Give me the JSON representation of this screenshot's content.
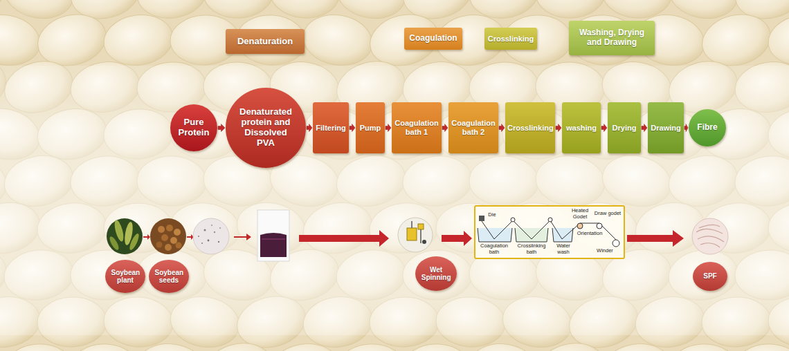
{
  "diagram": {
    "nodes": [
      {
        "text": [
          "Denaturation"
        ]
      },
      {
        "text": [
          "Coagulation"
        ]
      },
      {
        "text": [
          "Crosslinking"
        ]
      },
      {
        "text": [
          "Washing, Drying and Drawing"
        ]
      },
      {
        "text": [
          "Pure Protein"
        ]
      },
      {
        "text": [
          "Denaturated protein and Dissolved PVA"
        ]
      },
      {
        "text": [
          "Filtering"
        ]
      },
      {
        "text": [
          "Pump"
        ]
      },
      {
        "text": [
          "Coagulation bath 1"
        ]
      },
      {
        "text": [
          "Coagulation bath 2"
        ]
      },
      {
        "text": [
          "Crosslinking"
        ]
      },
      {
        "text": [
          "washing"
        ]
      },
      {
        "text": [
          "Drying"
        ]
      },
      {
        "text": [
          "Drawing"
        ]
      },
      {
        "text": [
          "Fibre"
        ]
      },
      {
        "text": [
          "Soybean plant"
        ]
      },
      {
        "text": [
          "Soybean seeds"
        ]
      },
      {
        "text": [
          "Wet Spinning"
        ]
      },
      {
        "text": [
          "SPF"
        ]
      }
    ],
    "edges": [
      {
        "from": 4,
        "to": 5,
        "arrow": "to"
      },
      {
        "from": 5,
        "to": 6,
        "arrow": "to"
      },
      {
        "from": 6,
        "to": 7,
        "arrow": "to"
      },
      {
        "from": 7,
        "to": 8,
        "arrow": "to"
      },
      {
        "from": 8,
        "to": 9,
        "arrow": "to"
      },
      {
        "from": 9,
        "to": 10,
        "arrow": "to"
      },
      {
        "from": 10,
        "to": 11,
        "arrow": "to"
      },
      {
        "from": 11,
        "to": 12,
        "arrow": "to"
      },
      {
        "from": 12,
        "to": 13,
        "arrow": "to"
      },
      {
        "from": 13,
        "to": 14,
        "arrow": "to"
      }
    ],
    "labels": [
      "Die",
      "Heated Godet",
      "Draw godet",
      "Orientation",
      "Winder",
      "Coagulation bath",
      "Crosslinking bath",
      "Water wash"
    ]
  }
}
